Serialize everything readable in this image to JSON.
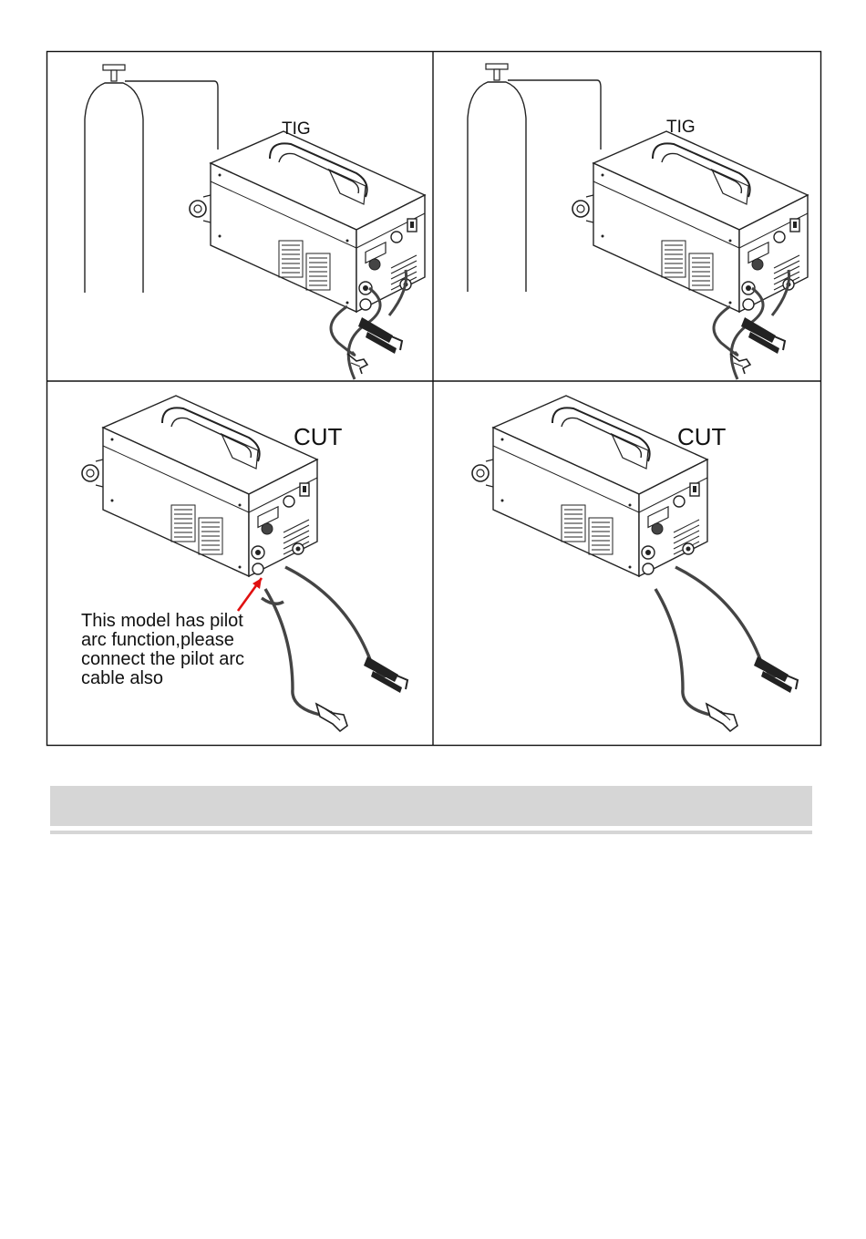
{
  "panels": [
    {
      "id": "tig-1",
      "label": "TIG"
    },
    {
      "id": "tig-2",
      "label": "TIG"
    },
    {
      "id": "cut-1",
      "label": "CUT",
      "note_lines": [
        "This model has pilot",
        "arc function,please",
        "connect the pilot arc",
        "cable also"
      ]
    },
    {
      "id": "cut-2",
      "label": "CUT"
    }
  ],
  "colors": {
    "line": "#222222",
    "arrow": "#e01010",
    "section_bar": "#d6d6d6"
  }
}
